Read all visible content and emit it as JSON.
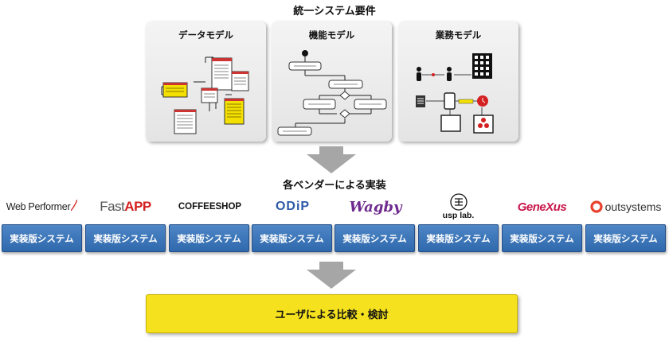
{
  "title": "統一システム要件",
  "models": [
    {
      "label": "データモデル"
    },
    {
      "label": "機能モデル"
    },
    {
      "label": "業務モデル"
    }
  ],
  "implementation_heading": "各ベンダーによる実装",
  "vendors": [
    {
      "logo": "Web Performer",
      "system": "実装版システム"
    },
    {
      "logo_main": "Fast",
      "logo_accent": "APP",
      "system": "実装版システム"
    },
    {
      "logo": "COFFEESHOP",
      "system": "実装版システム"
    },
    {
      "logo": "ODiP",
      "system": "実装版システム"
    },
    {
      "logo": "Wagby",
      "system": "実装版システム"
    },
    {
      "logo": "usp lab.",
      "system": "実装版システム"
    },
    {
      "logo": "GeneXus",
      "system": "実装版システム"
    },
    {
      "logo": "outsystems",
      "system": "実装版システム"
    }
  ],
  "result": "ユーザによる比較・検討",
  "colors": {
    "system_box": "#3a76bb",
    "result_box": "#f5e11e",
    "arrow": "#a6a6a6",
    "highlight_yellow": "#f3e000",
    "accent_red": "#d42020"
  }
}
